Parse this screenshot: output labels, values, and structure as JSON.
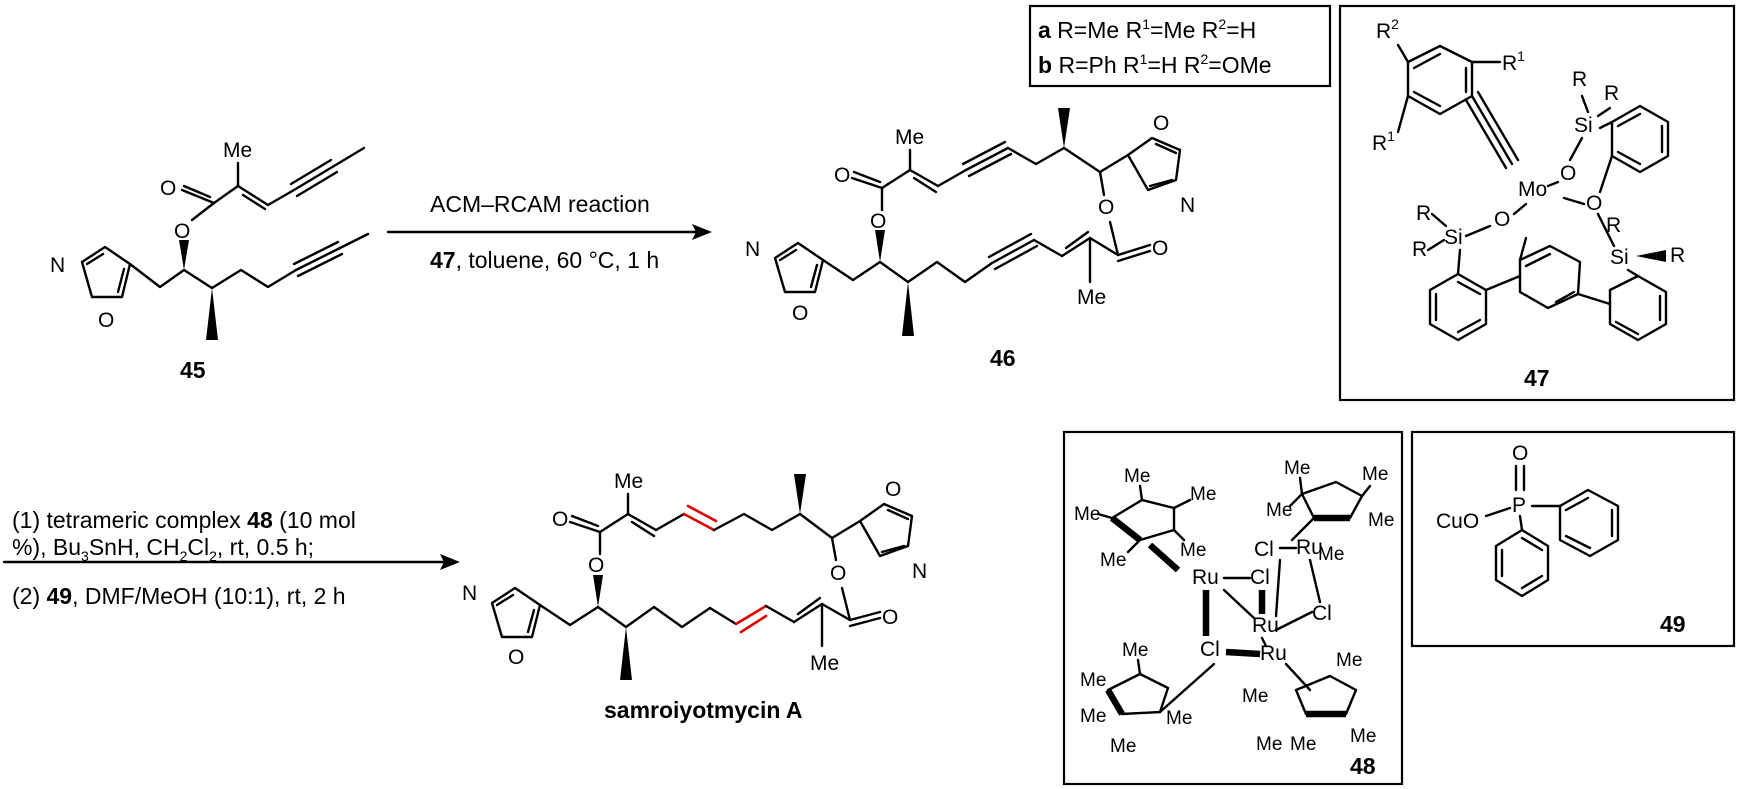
{
  "compounds": {
    "c45": "45",
    "c46": "46",
    "c47": "47",
    "c48": "48",
    "c49": "49",
    "product": "samroiyotmycin A"
  },
  "step1": {
    "above": "ACM–RCAM reaction",
    "below_cmpd": "47",
    "below_rest": ", toluene, 60 °C, 1 h"
  },
  "step2": {
    "line1_pre": "(1) tetrameric complex ",
    "line1_cmpd": "48",
    "line1_post": " (10 mol",
    "line2_a": "%), Bu",
    "line2_b": "3",
    "line2_c": "SnH, CH",
    "line2_d": "2",
    "line2_e": "Cl",
    "line2_f": "2",
    "line2_g": ", rt, 0.5 h;",
    "line3_pre": "(2) ",
    "line3_cmpd": "49",
    "line3_post": ", DMF/MeOH (10:1), rt, 2 h"
  },
  "legend": {
    "a_letter": "a",
    "a_text1": " R=Me R",
    "a_sup1": "1",
    "a_text2": "=Me R",
    "a_sup2": "2",
    "a_text3": "=H",
    "b_letter": "b",
    "b_text1": " R=Ph R",
    "b_sup1": "1",
    "b_text2": "=H R",
    "b_sup2": "2",
    "b_text3": "=OMe"
  },
  "atoms": {
    "O": "O",
    "N": "N",
    "Me": "Me",
    "R": "R",
    "R1": "R",
    "R2": "R",
    "sup1": "1",
    "sup2": "2",
    "Si": "Si",
    "Mo": "Mo",
    "Ru": "Ru",
    "Cl": "Cl",
    "P": "P",
    "CuO": "CuO"
  }
}
